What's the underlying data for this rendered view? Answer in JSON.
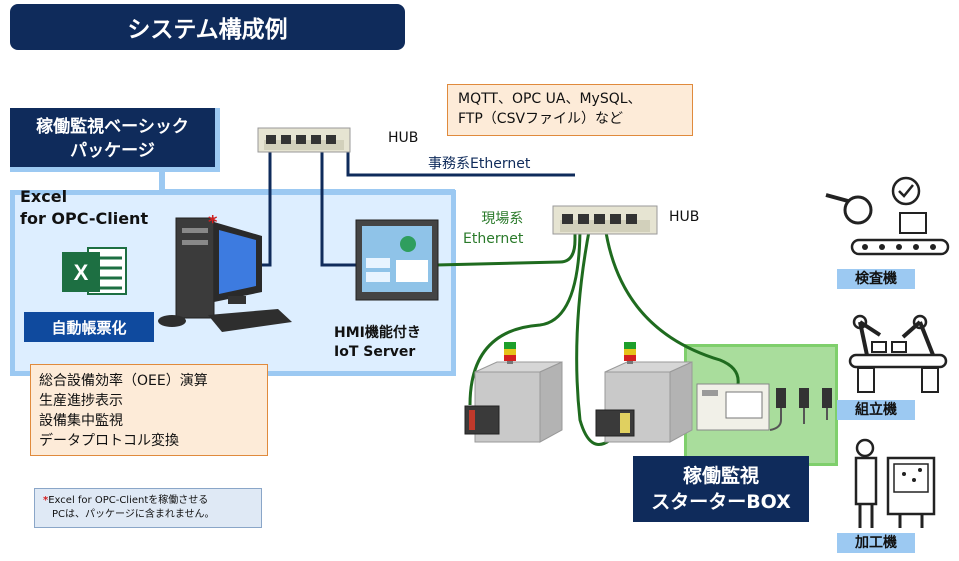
{
  "title": "システム構成例",
  "package": {
    "title_line1": "稼働監視ベーシック",
    "title_line2": "パッケージ"
  },
  "excel": {
    "line1": "Excel",
    "line2": "for OPC-Client",
    "star": "*"
  },
  "auto_badge": "自動帳票化",
  "functions": [
    "総合設備効率（OEE）演算",
    "生産進捗表示",
    "設備集中監視",
    "データプロトコル変換"
  ],
  "protocols": {
    "line1": "MQTT、OPC UA、MySQL、",
    "line2": "FTP（CSVファイル）など"
  },
  "hub_top_label": "HUB",
  "hub_field_label": "HUB",
  "office_ethernet": "事務系Ethernet",
  "field_ethernet": {
    "line1": "現場系",
    "line2": "Ethernet"
  },
  "hmi": {
    "line1": "HMI機能付き",
    "line2": "IoT Server"
  },
  "starter_box": {
    "line1": "稼働監視",
    "line2": "スターターBOX"
  },
  "note": {
    "star": "*",
    "line1": "Excel for OPC-Clientを稼働させる",
    "line2": "PCは、パッケージに含まれません。"
  },
  "machines": [
    {
      "label": "検査機",
      "icon": "inspection-machine-icon"
    },
    {
      "label": "組立機",
      "icon": "assembly-robot-icon"
    },
    {
      "label": "加工機",
      "icon": "processing-machine-icon"
    }
  ],
  "colors": {
    "navy": "#0f2b5b",
    "field_green": "#1f6b1f",
    "light_blue": "#9cc9f2",
    "note_orange": "#fdebd8"
  }
}
